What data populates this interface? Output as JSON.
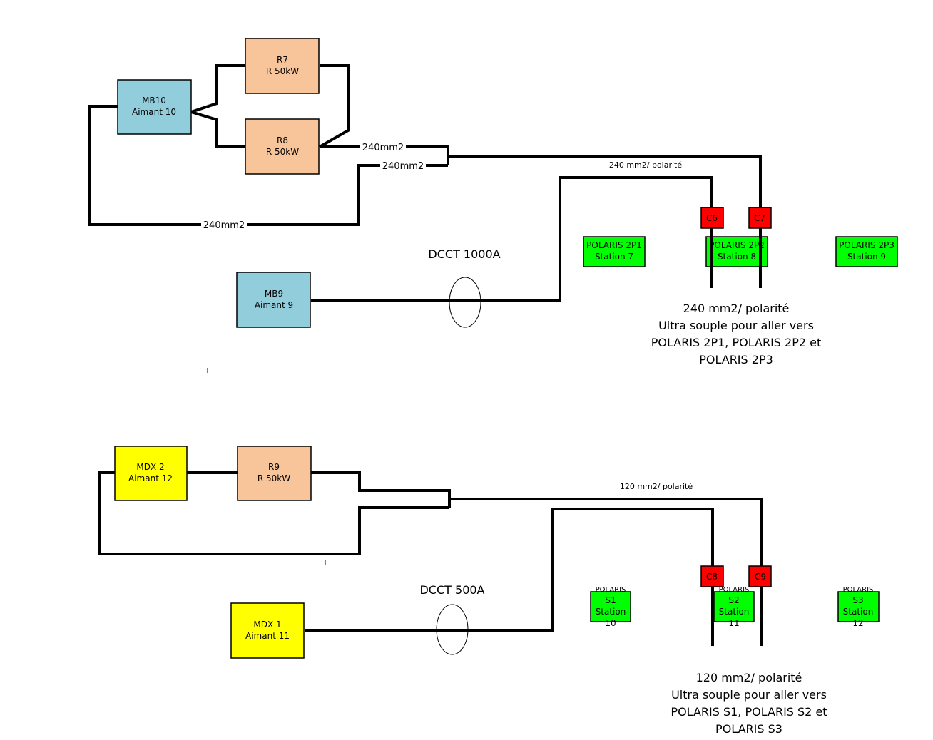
{
  "colors": {
    "magnet_blue": "#92cddc",
    "magnet_yellow": "#ffff00",
    "resistor": "#f8c49a",
    "station": "#00ff00",
    "connector": "#ff0000",
    "wire": "#000000"
  },
  "circuit1": {
    "magnet_main": {
      "line1": "MB10",
      "line2": "Aimant 10"
    },
    "resistor_a": {
      "line1": "R7",
      "line2": "R 50kW"
    },
    "resistor_b": {
      "line1": "R8",
      "line2": "R 50kW"
    },
    "cable_top": "240mm2",
    "cable_mid": "240mm2",
    "cable_bottom": "240mm2",
    "cable_run": "240 mm2/ polarité",
    "magnet_second": {
      "line1": "MB9",
      "line2": "Aimant 9"
    },
    "dcct": "DCCT 1000A",
    "connectors": [
      "C6",
      "C7"
    ],
    "stations": [
      {
        "line1": "POLARIS 2P1",
        "line2": "Station 7"
      },
      {
        "line1": "POLARIS 2P2",
        "line2": "Station 8"
      },
      {
        "line1": "POLARIS 2P3",
        "line2": "Station 9"
      }
    ],
    "note": [
      "240 mm2/ polarité",
      "Ultra souple pour aller vers",
      "POLARIS 2P1, POLARIS 2P2 et",
      "POLARIS 2P3"
    ]
  },
  "circuit2": {
    "magnet_main": {
      "line1": "MDX 2",
      "line2": "Aimant 12"
    },
    "resistor": {
      "line1": "R9",
      "line2": "R 50kW"
    },
    "cable_run": "120 mm2/ polarité",
    "magnet_second": {
      "line1": "MDX 1",
      "line2": "Aimant 11"
    },
    "dcct": "DCCT 500A",
    "connectors": [
      "C8",
      "C9"
    ],
    "stations": [
      {
        "line0": "POLARIS",
        "line1": "S1",
        "line2": "Station",
        "line3": "10"
      },
      {
        "line0": "POLARIS",
        "line1": "S2",
        "line2": "Station",
        "line3": "11"
      },
      {
        "line0": "POLARIS",
        "line1": "S3",
        "line2": "Station",
        "line3": "12"
      }
    ],
    "note": [
      "120 mm2/ polarité",
      "Ultra souple pour aller vers",
      "POLARIS S1, POLARIS S2 et",
      "POLARIS S3"
    ]
  }
}
